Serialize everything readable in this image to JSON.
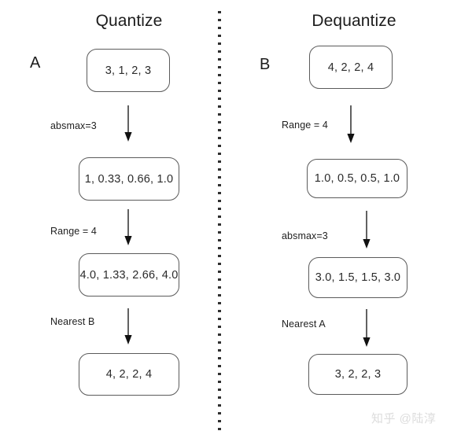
{
  "figure": {
    "columns": [
      {
        "id": "quantize",
        "title": "Quantize",
        "side_label": "A",
        "steps": [
          {
            "box": "3, 1, 2, 3"
          },
          {
            "edge_label": "absmax=3",
            "box": "1, 0.33, 0.66, 1.0"
          },
          {
            "edge_label": "Range = 4",
            "box": "4.0, 1.33, 2.66, 4.0"
          },
          {
            "edge_label": "Nearest B",
            "box": "4, 2, 2, 4"
          }
        ]
      },
      {
        "id": "dequantize",
        "title": "Dequantize",
        "side_label": "B",
        "steps": [
          {
            "box": "4, 2, 2, 4"
          },
          {
            "edge_label": "Range = 4",
            "box": "1.0, 0.5, 0.5, 1.0"
          },
          {
            "edge_label": "absmax=3",
            "box": "3.0, 1.5, 1.5, 3.0"
          },
          {
            "edge_label": "Nearest A",
            "box": "3, 2, 2, 3"
          }
        ]
      }
    ],
    "divider": {
      "style": "dotted-vertical"
    },
    "watermark": "知乎 @陆淳",
    "colors": {
      "background": "#ffffff",
      "box_border": "#5b5b5b",
      "text": "#1c1c1c",
      "arrow": "#333333",
      "divider": "#2f2f2f",
      "watermark": "#dcdcdc"
    }
  }
}
